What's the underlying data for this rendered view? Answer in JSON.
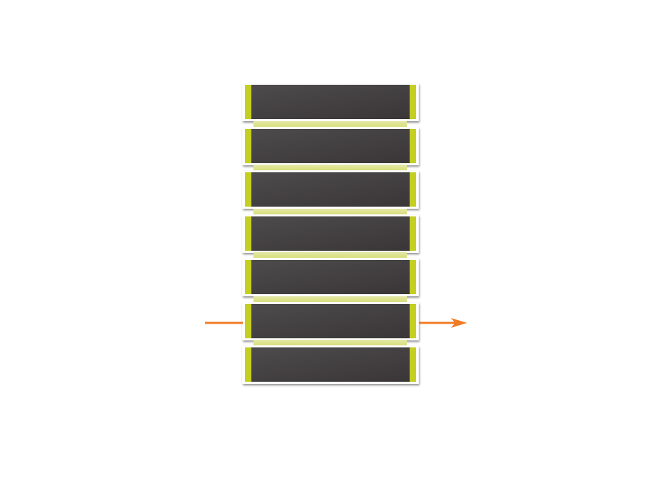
{
  "diagram": {
    "block_count": 7,
    "highlighted_block_index": 5,
    "colors": {
      "accent_green": "#c4cf22",
      "block_dark": "#434041",
      "arrow_orange": "#f27a22",
      "link_green": "#d8df7a"
    },
    "arrows": [
      {
        "direction": "in",
        "target_block_index": 5,
        "icon": "arrow-line"
      },
      {
        "direction": "out",
        "target_block_index": 5,
        "icon": "arrow-right-icon"
      }
    ]
  }
}
